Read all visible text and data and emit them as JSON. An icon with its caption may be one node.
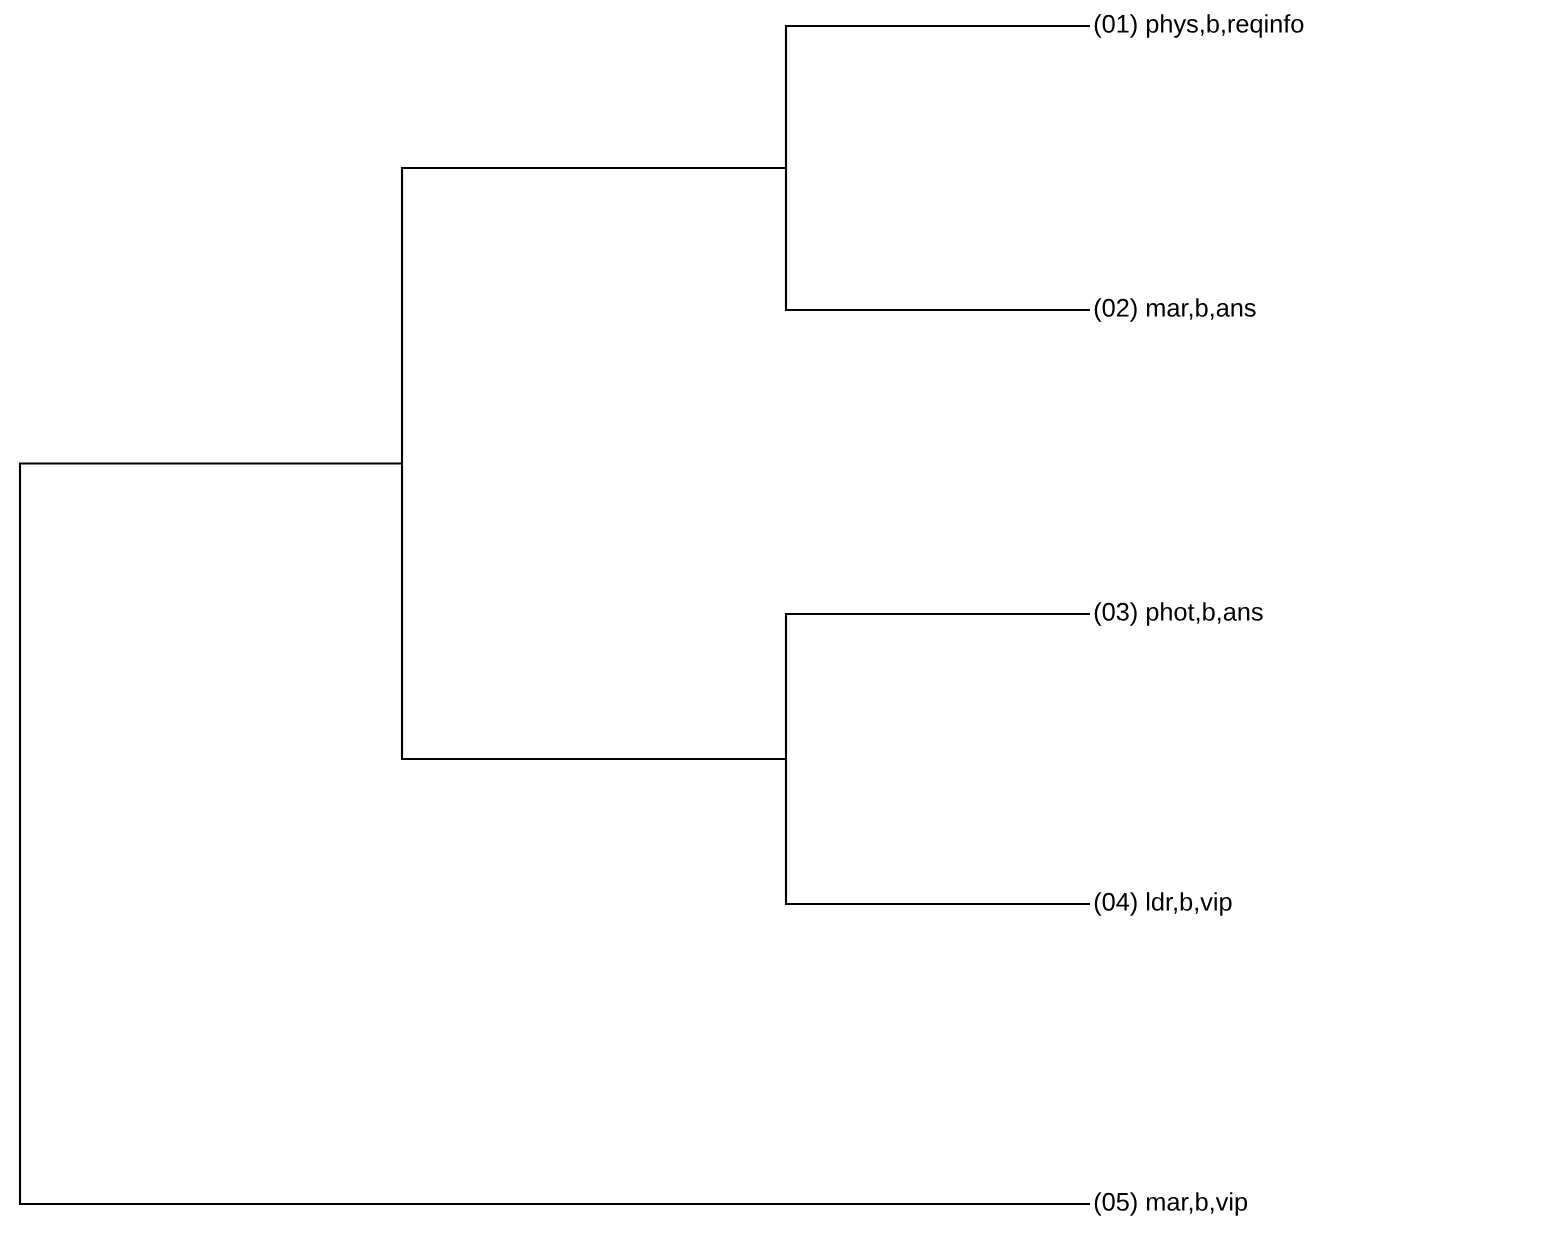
{
  "diagram": {
    "nodes": [
      {
        "text": [
          "(01) phys,b,reqinfo"
        ]
      },
      {
        "text": [
          "(02) mar,b,ans"
        ]
      },
      {
        "text": [
          "(03) phot,b,ans"
        ]
      },
      {
        "text": [
          "(04) ldr,b,vip"
        ]
      },
      {
        "text": [
          "(05) mar,b,vip"
        ]
      }
    ]
  }
}
